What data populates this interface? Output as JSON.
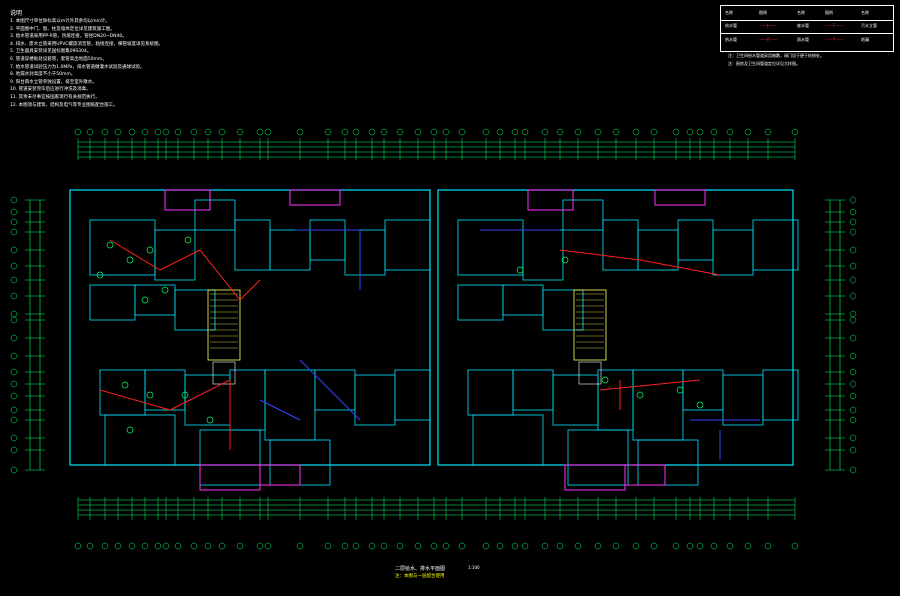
{
  "notes": {
    "title": "说明",
    "items": [
      "1. 本图尺寸单位除标高以m计外其余均以mm计。",
      "2. 平面图中门、窗、柱及墙体定位详见建筑施工图。",
      "3. 给水管道采用PP-R管，热熔连接，管径DN20~DN40。",
      "4. 排水、废水立管采用UPVC螺旋消音管，粘接连接，横管坡度详见系统图。",
      "5. 卫生器具安装详见国标图集09S304。",
      "6. 管道穿楼板处设套管，套管高出地面50mm。",
      "7. 给水管道试验压力为1.0MPa，排水管道做灌水试验及通球试验。",
      "8. 地漏水封高度不小于50mm。",
      "9. 阳台雨水立管单独设置，排至室外散水。",
      "10. 管道安装完毕后应进行冲洗及消毒。",
      "11. 其余未尽事宜按国家现行有关规范执行。",
      "12. 本图须与建筑、结构及电气等专业图纸配合施工。"
    ]
  },
  "legend": {
    "headers": [
      "名称",
      "图例",
      "名称",
      "图例",
      "名称"
    ],
    "rows": [
      [
        "给水管",
        "——J——",
        "废水管",
        "——F——",
        "污水立管"
      ],
      [
        "热水管",
        "——R——",
        "雨水管",
        "——Y——",
        "地漏"
      ]
    ],
    "notes": [
      "注：卫生间给水管道采用暗敷，阀门设于便于检修处。",
      "注：厨房及卫生间管道定位详见大样图。"
    ]
  },
  "caption": {
    "title": "二层给水、排水平面图",
    "scale": "1:100",
    "subtitle": "注：本图与一层配合使用"
  },
  "colors": {
    "dimension": "#00ff66",
    "wall": "#00e5ff",
    "water_supply": "#ff2020",
    "drain": "#3344ff",
    "balcony": "#ff33ff",
    "stair": "#ffff66",
    "text": "#ffffff"
  }
}
